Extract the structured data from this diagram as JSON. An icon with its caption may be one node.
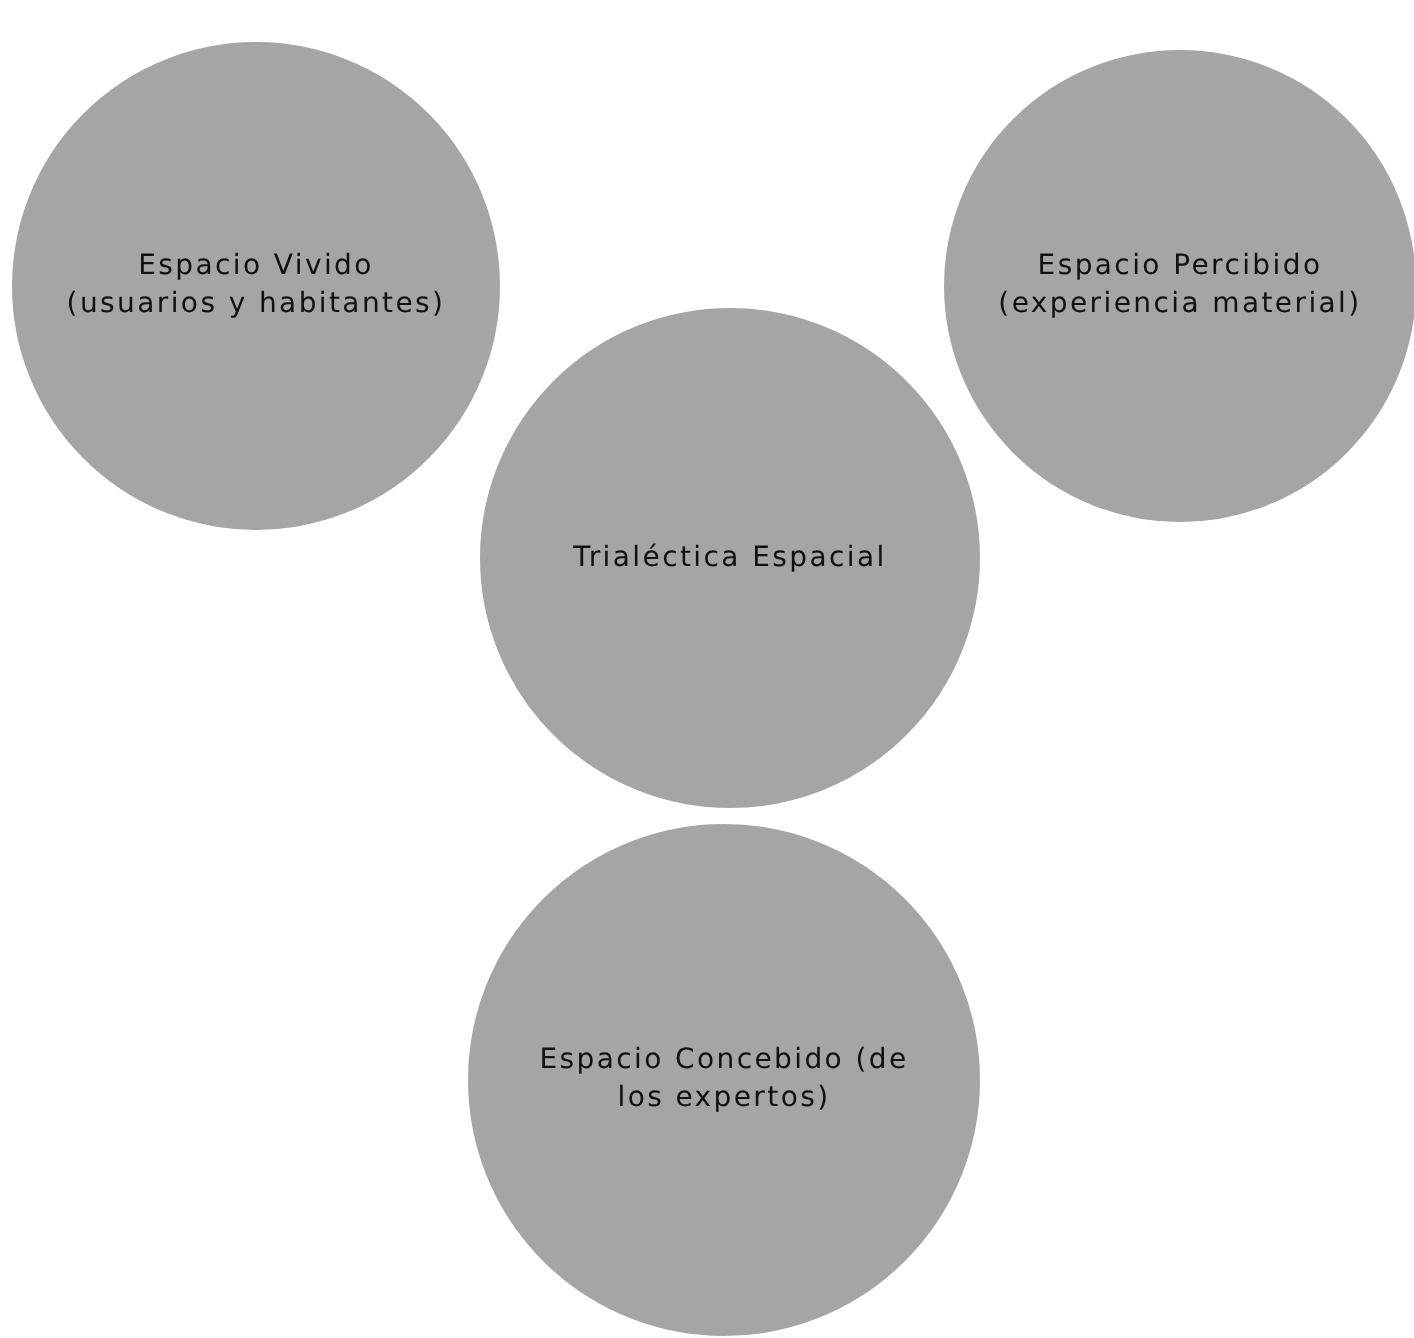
{
  "diagram": {
    "nodes": [
      {
        "text": [
          "Espacio Vivido (usuarios y habitantes)"
        ]
      },
      {
        "text": [
          "Espacio Percibido (experiencia material)"
        ]
      },
      {
        "text": [
          "Trialéctica Espacial"
        ]
      },
      {
        "text": [
          "Espacio Concebido (de los expertos)"
        ]
      }
    ]
  }
}
